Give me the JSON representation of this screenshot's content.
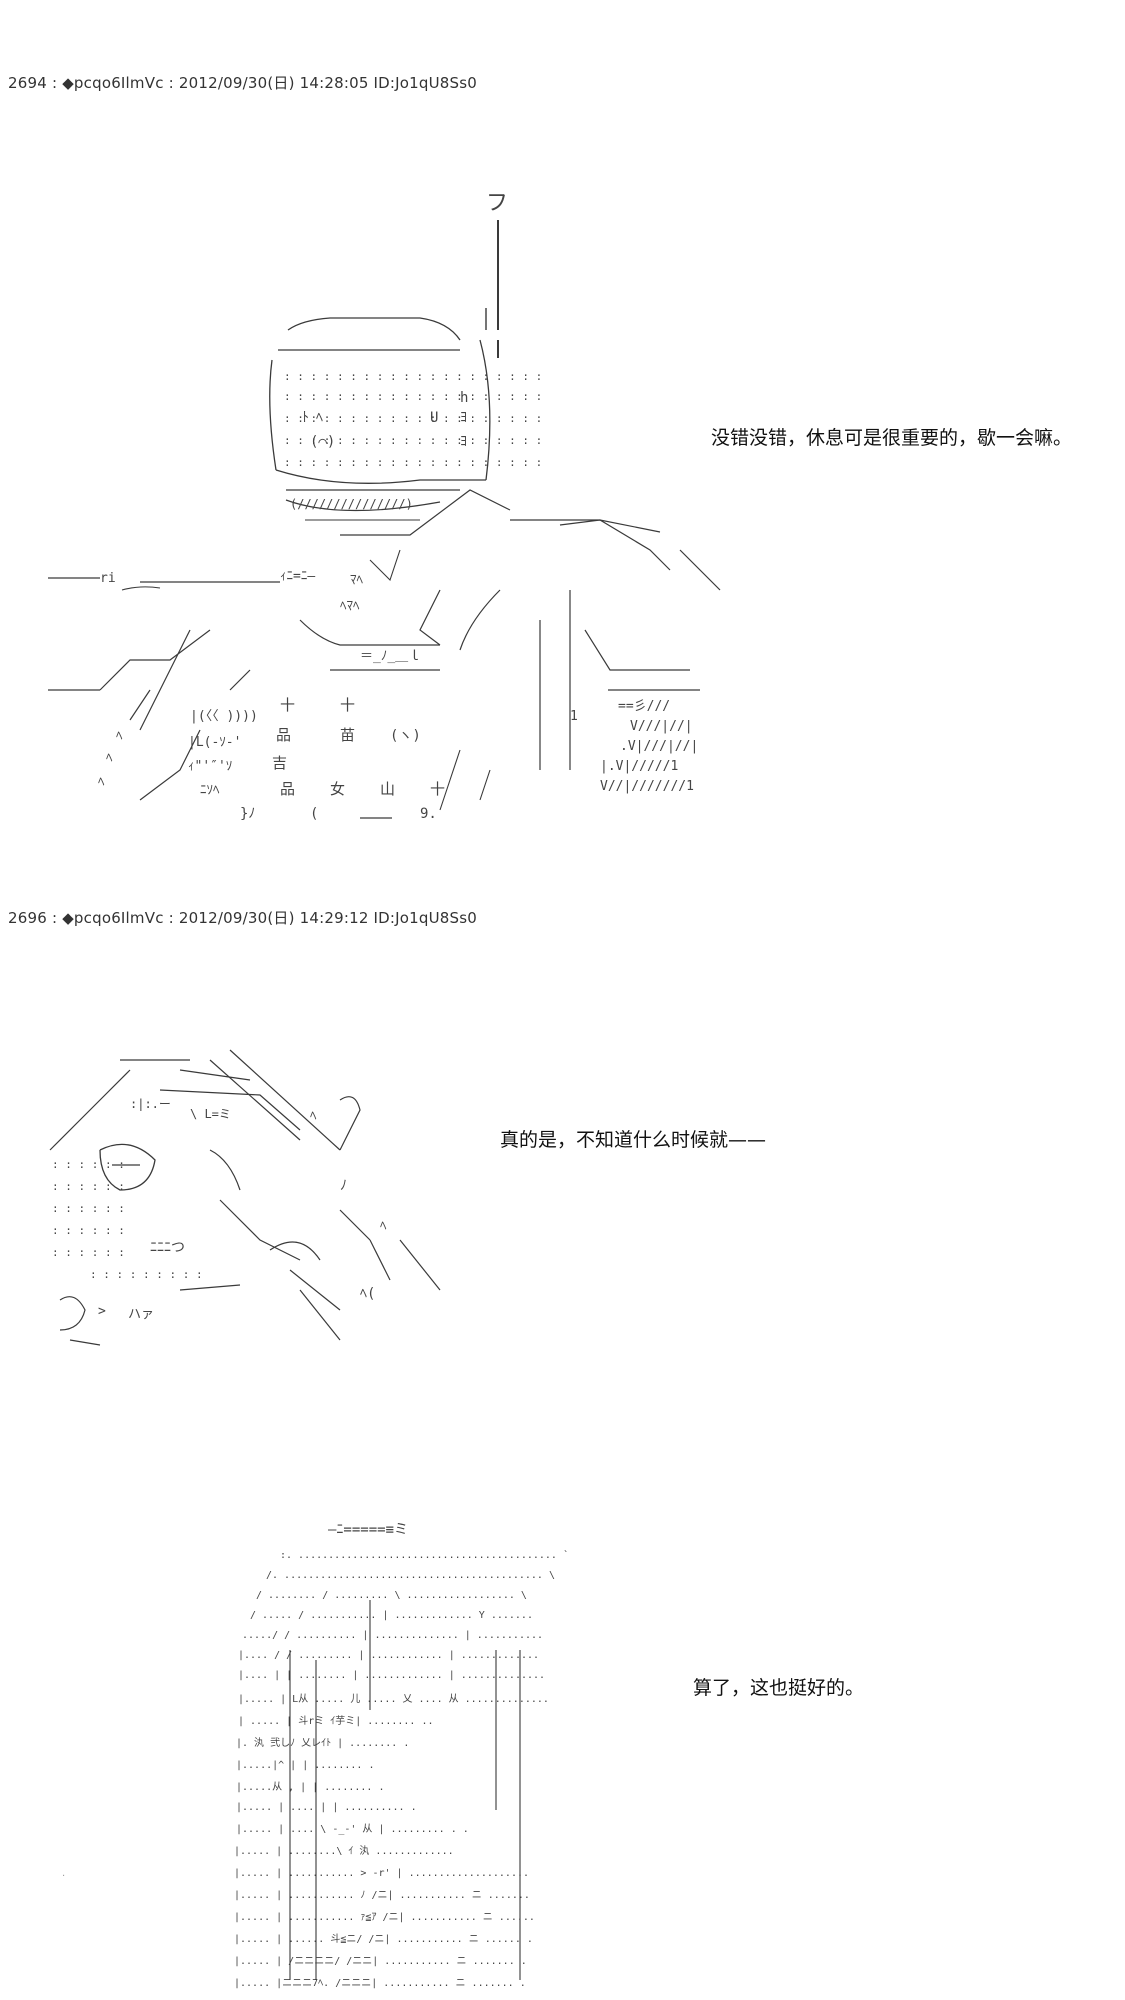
{
  "posts": [
    {
      "number": "2694",
      "author": "◆pcqo6IlmVc",
      "date": "2012/09/30(日)",
      "time": "14:28:05",
      "id": "ID:Jo1qU8Ss0",
      "lines": [
        {
          "text": "没错没错，休息可是很重要的，歇一会嘛。"
        }
      ]
    },
    {
      "number": "2696",
      "author": "◆pcqo6IlmVc",
      "date": "2012/09/30(日)",
      "time": "14:29:12",
      "id": "ID:Jo1qU8Ss0",
      "lines": [
        {
          "text": "真的是，不知道什么时候就——"
        },
        {
          "text": "算了，这也挺好的。"
        }
      ]
    }
  ],
  "art": {
    "figure_one": {
      "glyphs": [
        "フ",
        "ﾄ",
        "U",
        "ﾖ",
        "ｦ",
        "ﾊ",
        "ﾏ",
        "ﾍ",
        "ﾘ",
        "=",
        "≡",
        "ミ",
        "十",
        "山",
        "女",
        "吉",
        "品",
        "9.",
        "V",
        "1",
        "ﾉ",
        "ソ",
        "ｨ"
      ]
    },
    "figure_two": {
      "glyphs": [
        "ハァ",
        "つ",
        "ﾍ",
        "ﾉ",
        "ｲ",
        ">"
      ]
    },
    "figure_three": {
      "glyphs": [
        "ミ",
        "Y",
        "从",
        "儿",
        "乂",
        "斗rミ",
        "ｲ芋ミ",
        "汍",
        "弐しﾉ",
        "乂レｲﾄ",
        "≦ｧ",
        "ﾆ",
        "ｒ",
        "ニ",
        "ﾉ",
        "ﾍ",
        "—ｧ"
      ]
    }
  }
}
